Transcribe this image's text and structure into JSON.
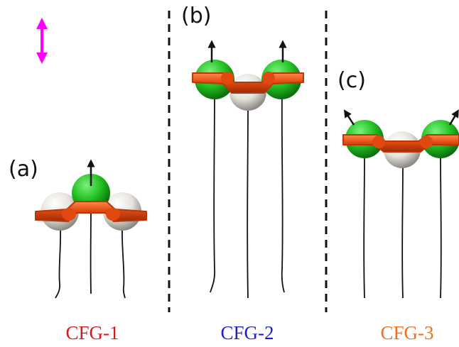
{
  "panels": [
    {
      "letter": "(a)",
      "label": "CFG-1",
      "label_color": "#d7191c",
      "body_order": [
        "white",
        "green",
        "white"
      ],
      "arrows": [
        "up"
      ]
    },
    {
      "letter": "(b)",
      "label": "CFG-2",
      "label_color": "#1f1fd2",
      "body_order": [
        "green",
        "white",
        "green"
      ],
      "arrows": [
        "up",
        "up"
      ]
    },
    {
      "letter": "(c)",
      "label": "CFG-3",
      "label_color": "#f07020",
      "body_order": [
        "green",
        "white",
        "green"
      ],
      "arrows": [
        "up-left",
        "up-right"
      ]
    }
  ],
  "indicator": {
    "icon": "double-arrow-vertical-icon",
    "color": "#ff00ff"
  },
  "colors": {
    "green": "#22c022",
    "white": "#e6e3dc",
    "link": "#e04a12",
    "tether": "#111111",
    "divider": "#111111"
  }
}
